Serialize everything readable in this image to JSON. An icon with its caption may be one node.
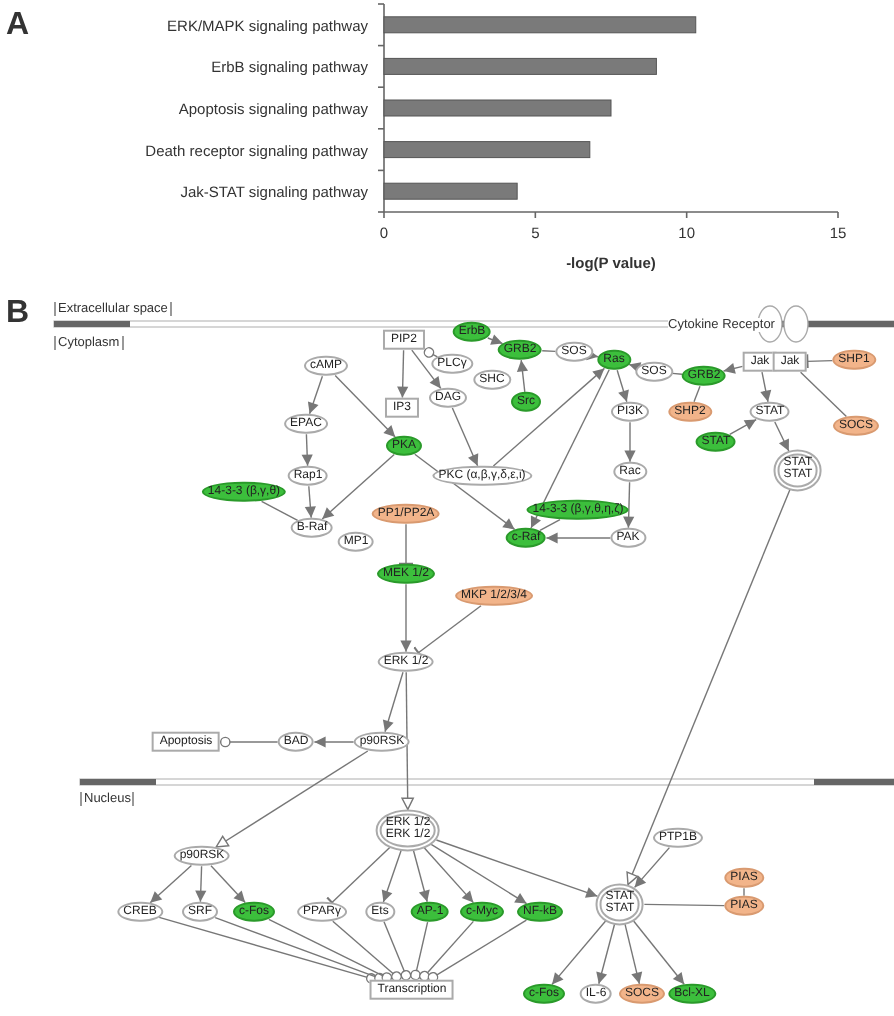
{
  "diagram": {
    "nodes": [
      {
        "text": [
          "PIP2"
        ]
      },
      {
        "text": [
          "PLCγ"
        ]
      },
      {
        "text": [
          "ErbB"
        ]
      },
      {
        "text": [
          "GRB2"
        ]
      },
      {
        "text": [
          "SOS"
        ]
      },
      {
        "text": [
          "Ras"
        ]
      },
      {
        "text": [
          "SOS"
        ]
      },
      {
        "text": [
          "GRB2"
        ]
      },
      {
        "text": [
          "Jak"
        ]
      },
      {
        "text": [
          "Jak"
        ]
      },
      {
        "text": [
          "SHP1"
        ]
      },
      {
        "text": [
          "cAMP"
        ]
      },
      {
        "text": [
          "IP3"
        ]
      },
      {
        "text": [
          "DAG"
        ]
      },
      {
        "text": [
          "SHC"
        ]
      },
      {
        "text": [
          "Src"
        ]
      },
      {
        "text": [
          "SHP2"
        ]
      },
      {
        "text": [
          "PI3K"
        ]
      },
      {
        "text": [
          "STAT"
        ]
      },
      {
        "text": [
          "SOCS"
        ]
      },
      {
        "text": [
          "EPAC"
        ]
      },
      {
        "text": [
          "PKA"
        ]
      },
      {
        "text": [
          "STAT"
        ]
      },
      {
        "text": [
          "STAT",
          "STAT"
        ]
      },
      {
        "text": [
          "PKC (α,β,γ,δ,ε,ι)"
        ]
      },
      {
        "text": [
          "Rac"
        ]
      },
      {
        "text": [
          "Rap1"
        ]
      },
      {
        "text": [
          "14-3-3 (β,γ,θ)"
        ]
      },
      {
        "text": [
          "B-Raf"
        ]
      },
      {
        "text": [
          "PP1/PP2A"
        ]
      },
      {
        "text": [
          "14-3-3 (β,γ,θ,η,ζ)"
        ]
      },
      {
        "text": [
          "c-Raf"
        ]
      },
      {
        "text": [
          "PAK"
        ]
      },
      {
        "text": [
          "MP1"
        ]
      },
      {
        "text": [
          "MEK 1/2"
        ]
      },
      {
        "text": [
          "MKP 1/2/3/4"
        ]
      },
      {
        "text": [
          "ERK 1/2"
        ]
      },
      {
        "text": [
          "Apoptosis"
        ]
      },
      {
        "text": [
          "BAD"
        ]
      },
      {
        "text": [
          "p90RSK"
        ]
      },
      {
        "text": [
          "ERK 1/2",
          "ERK 1/2"
        ]
      },
      {
        "text": [
          "p90RSK"
        ]
      },
      {
        "text": [
          "PTP1B"
        ]
      },
      {
        "text": [
          "PIAS"
        ]
      },
      {
        "text": [
          "STAT",
          "STAT"
        ]
      },
      {
        "text": [
          "PIAS"
        ]
      },
      {
        "text": [
          "CREB"
        ]
      },
      {
        "text": [
          "SRF"
        ]
      },
      {
        "text": [
          "c-Fos"
        ]
      },
      {
        "text": [
          "PPARγ"
        ]
      },
      {
        "text": [
          "Ets"
        ]
      },
      {
        "text": [
          "AP-1"
        ]
      },
      {
        "text": [
          "c-Myc"
        ]
      },
      {
        "text": [
          "NF-kB"
        ]
      },
      {
        "text": [
          "Transcription"
        ]
      },
      {
        "text": [
          "c-Fos"
        ]
      },
      {
        "text": [
          "IL-6"
        ]
      },
      {
        "text": [
          "SOCS"
        ]
      },
      {
        "text": [
          "Bcl-XL"
        ]
      }
    ],
    "edges": [
      {
        "from": 0,
        "to": 12,
        "arrow": "to"
      },
      {
        "from": 0,
        "to": 13,
        "arrow": "to"
      },
      {
        "from": 1,
        "to": 0,
        "arrow": "other"
      },
      {
        "from": 2,
        "to": 3,
        "arrow": "to"
      },
      {
        "from": 3,
        "to": 4,
        "arrow": "none"
      },
      {
        "from": 4,
        "to": 5,
        "arrow": "to"
      },
      {
        "from": 15,
        "to": 3,
        "arrow": "to"
      },
      {
        "from": 6,
        "to": 5,
        "arrow": "to"
      },
      {
        "from": 7,
        "to": 6,
        "arrow": "none"
      },
      {
        "from": 8,
        "to": 7,
        "arrow": "to"
      },
      {
        "from": 10,
        "to": 9,
        "arrow": "other"
      },
      {
        "from": 16,
        "to": 7,
        "arrow": "none"
      },
      {
        "from": 8,
        "to": 18,
        "arrow": "to"
      },
      {
        "from": 22,
        "to": 18,
        "arrow": "to"
      },
      {
        "from": 19,
        "to": 9,
        "arrow": "none"
      },
      {
        "from": 18,
        "to": 23,
        "arrow": "to"
      },
      {
        "from": 5,
        "to": 17,
        "arrow": "to"
      },
      {
        "from": 17,
        "to": 25,
        "arrow": "to"
      },
      {
        "from": 25,
        "to": 32,
        "arrow": "to"
      },
      {
        "from": 32,
        "to": 31,
        "arrow": "to"
      },
      {
        "from": 5,
        "to": 31,
        "arrow": "to"
      },
      {
        "from": 24,
        "to": 5,
        "arrow": "to"
      },
      {
        "from": 21,
        "to": 31,
        "arrow": "to"
      },
      {
        "from": 13,
        "to": 24,
        "arrow": "to"
      },
      {
        "from": 11,
        "to": 20,
        "arrow": "to"
      },
      {
        "from": 11,
        "to": 21,
        "arrow": "to"
      },
      {
        "from": 20,
        "to": 26,
        "arrow": "to"
      },
      {
        "from": 26,
        "to": 28,
        "arrow": "to"
      },
      {
        "from": 21,
        "to": 28,
        "arrow": "to"
      },
      {
        "from": 27,
        "to": 28,
        "arrow": "none"
      },
      {
        "from": 30,
        "to": 31,
        "arrow": "none"
      },
      {
        "from": 29,
        "to": 34,
        "arrow": "other"
      },
      {
        "from": 34,
        "to": 36,
        "arrow": "to"
      },
      {
        "from": 35,
        "to": 36,
        "arrow": "other"
      },
      {
        "from": 36,
        "to": 39,
        "arrow": "to"
      },
      {
        "from": 39,
        "to": 38,
        "arrow": "to"
      },
      {
        "from": 38,
        "to": 37,
        "arrow": "other"
      },
      {
        "from": 36,
        "to": 40,
        "arrow": "to"
      },
      {
        "from": 39,
        "to": 41,
        "arrow": "to"
      },
      {
        "from": 23,
        "to": 44,
        "arrow": "to"
      },
      {
        "from": 40,
        "to": 44,
        "arrow": "to"
      },
      {
        "from": 42,
        "to": 44,
        "arrow": "to"
      },
      {
        "from": 44,
        "to": 45,
        "arrow": "none"
      },
      {
        "from": 43,
        "to": 45,
        "arrow": "none"
      },
      {
        "from": 41,
        "to": 46,
        "arrow": "to"
      },
      {
        "from": 41,
        "to": 47,
        "arrow": "to"
      },
      {
        "from": 41,
        "to": 48,
        "arrow": "to"
      },
      {
        "from": 40,
        "to": 49,
        "arrow": "other"
      },
      {
        "from": 40,
        "to": 50,
        "arrow": "to"
      },
      {
        "from": 40,
        "to": 51,
        "arrow": "to"
      },
      {
        "from": 40,
        "to": 52,
        "arrow": "to"
      },
      {
        "from": 40,
        "to": 53,
        "arrow": "to"
      },
      {
        "from": 44,
        "to": 55,
        "arrow": "to"
      },
      {
        "from": 44,
        "to": 56,
        "arrow": "to"
      },
      {
        "from": 44,
        "to": 57,
        "arrow": "to"
      },
      {
        "from": 44,
        "to": 58,
        "arrow": "to"
      },
      {
        "from": 46,
        "to": 54,
        "arrow": "other"
      },
      {
        "from": 47,
        "to": 54,
        "arrow": "other"
      },
      {
        "from": 48,
        "to": 54,
        "arrow": "other"
      },
      {
        "from": 49,
        "to": 54,
        "arrow": "other"
      },
      {
        "from": 50,
        "to": 54,
        "arrow": "other"
      },
      {
        "from": 51,
        "to": 54,
        "arrow": "other"
      },
      {
        "from": 52,
        "to": 54,
        "arrow": "other"
      },
      {
        "from": 53,
        "to": 54,
        "arrow": "other"
      }
    ],
    "labels": [
      "A",
      "B",
      "Extracellular space",
      "Cytoplasm",
      "Cytokine Receptor",
      "Nucleus"
    ],
    "chart_data": {
      "type": "bar",
      "orientation": "horizontal",
      "xlabel": "-log(P value)",
      "categories": [
        "ERK/MAPK signaling pathway",
        "ErbB signaling pathway",
        "Apoptosis signaling pathway",
        "Death receptor signaling pathway",
        "Jak-STAT signaling pathway"
      ],
      "series": [
        {
          "color": "#7a7a7a",
          "values": [
            10.3,
            9.0,
            7.5,
            6.8,
            4.4
          ]
        }
      ],
      "xlim": [
        0,
        15
      ],
      "xticks": [
        0,
        5,
        10,
        15
      ]
    }
  }
}
